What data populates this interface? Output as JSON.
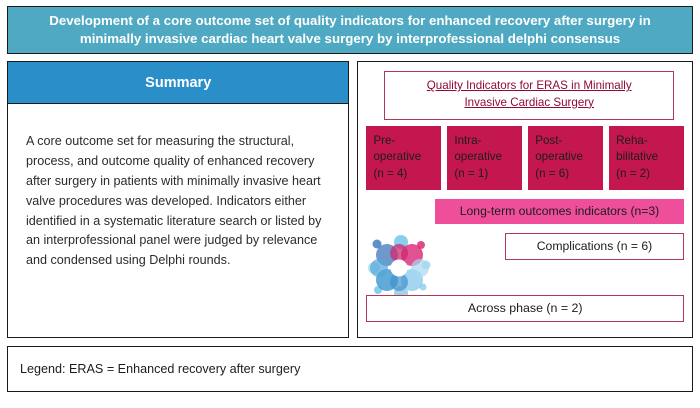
{
  "title": {
    "text": "Development of a core outcome set of quality indicators for enhanced recovery after surgery in minimally invasive cardiac heart valve surgery by interprofessional delphi consensus",
    "background_color": "#4fa9c2",
    "text_color": "#ffffff"
  },
  "summary": {
    "header_label": "Summary",
    "header_color": "#2a8fc9",
    "body_text": "A core outcome set for measuring the structural, process, and outcome quality of enhanced recovery after surgery in patients with minimally invasive heart valve procedures was developed. Indicators either identified in a systematic literature search or listed by an interprofessional panel were judged by relevance and condensed using Delphi rounds."
  },
  "diagram": {
    "header_line1": "Quality Indicators for ERAS in Minimally",
    "header_line2": "Invasive Cardiac Surgery",
    "header_border_color": "#b03a56",
    "header_text_color": "#8f0b33",
    "phase_color": "#c4174f",
    "phases": [
      {
        "line1": "Pre-",
        "line2": "operative",
        "count": "(n = 4)"
      },
      {
        "line1": "Intra-",
        "line2": "operative",
        "count": "(n = 1)"
      },
      {
        "line1": "Post-",
        "line2": "operative",
        "count": "(n = 6)"
      },
      {
        "line1": "Reha-",
        "line2": "bilitative",
        "count": "(n = 2)"
      }
    ],
    "longterm": {
      "label": "Long-term outcomes indicators (n=3)",
      "color": "#ef4e9b"
    },
    "complications": {
      "label": "Complications (n = 6)",
      "border_color": "#b03a56"
    },
    "across_phase": {
      "label": "Across phase (n = 2)",
      "border_color": "#b03a56"
    },
    "logo_name": "overlapping-circles-heart-logo"
  },
  "legend": {
    "text": "Legend: ERAS = Enhanced recovery after surgery"
  }
}
